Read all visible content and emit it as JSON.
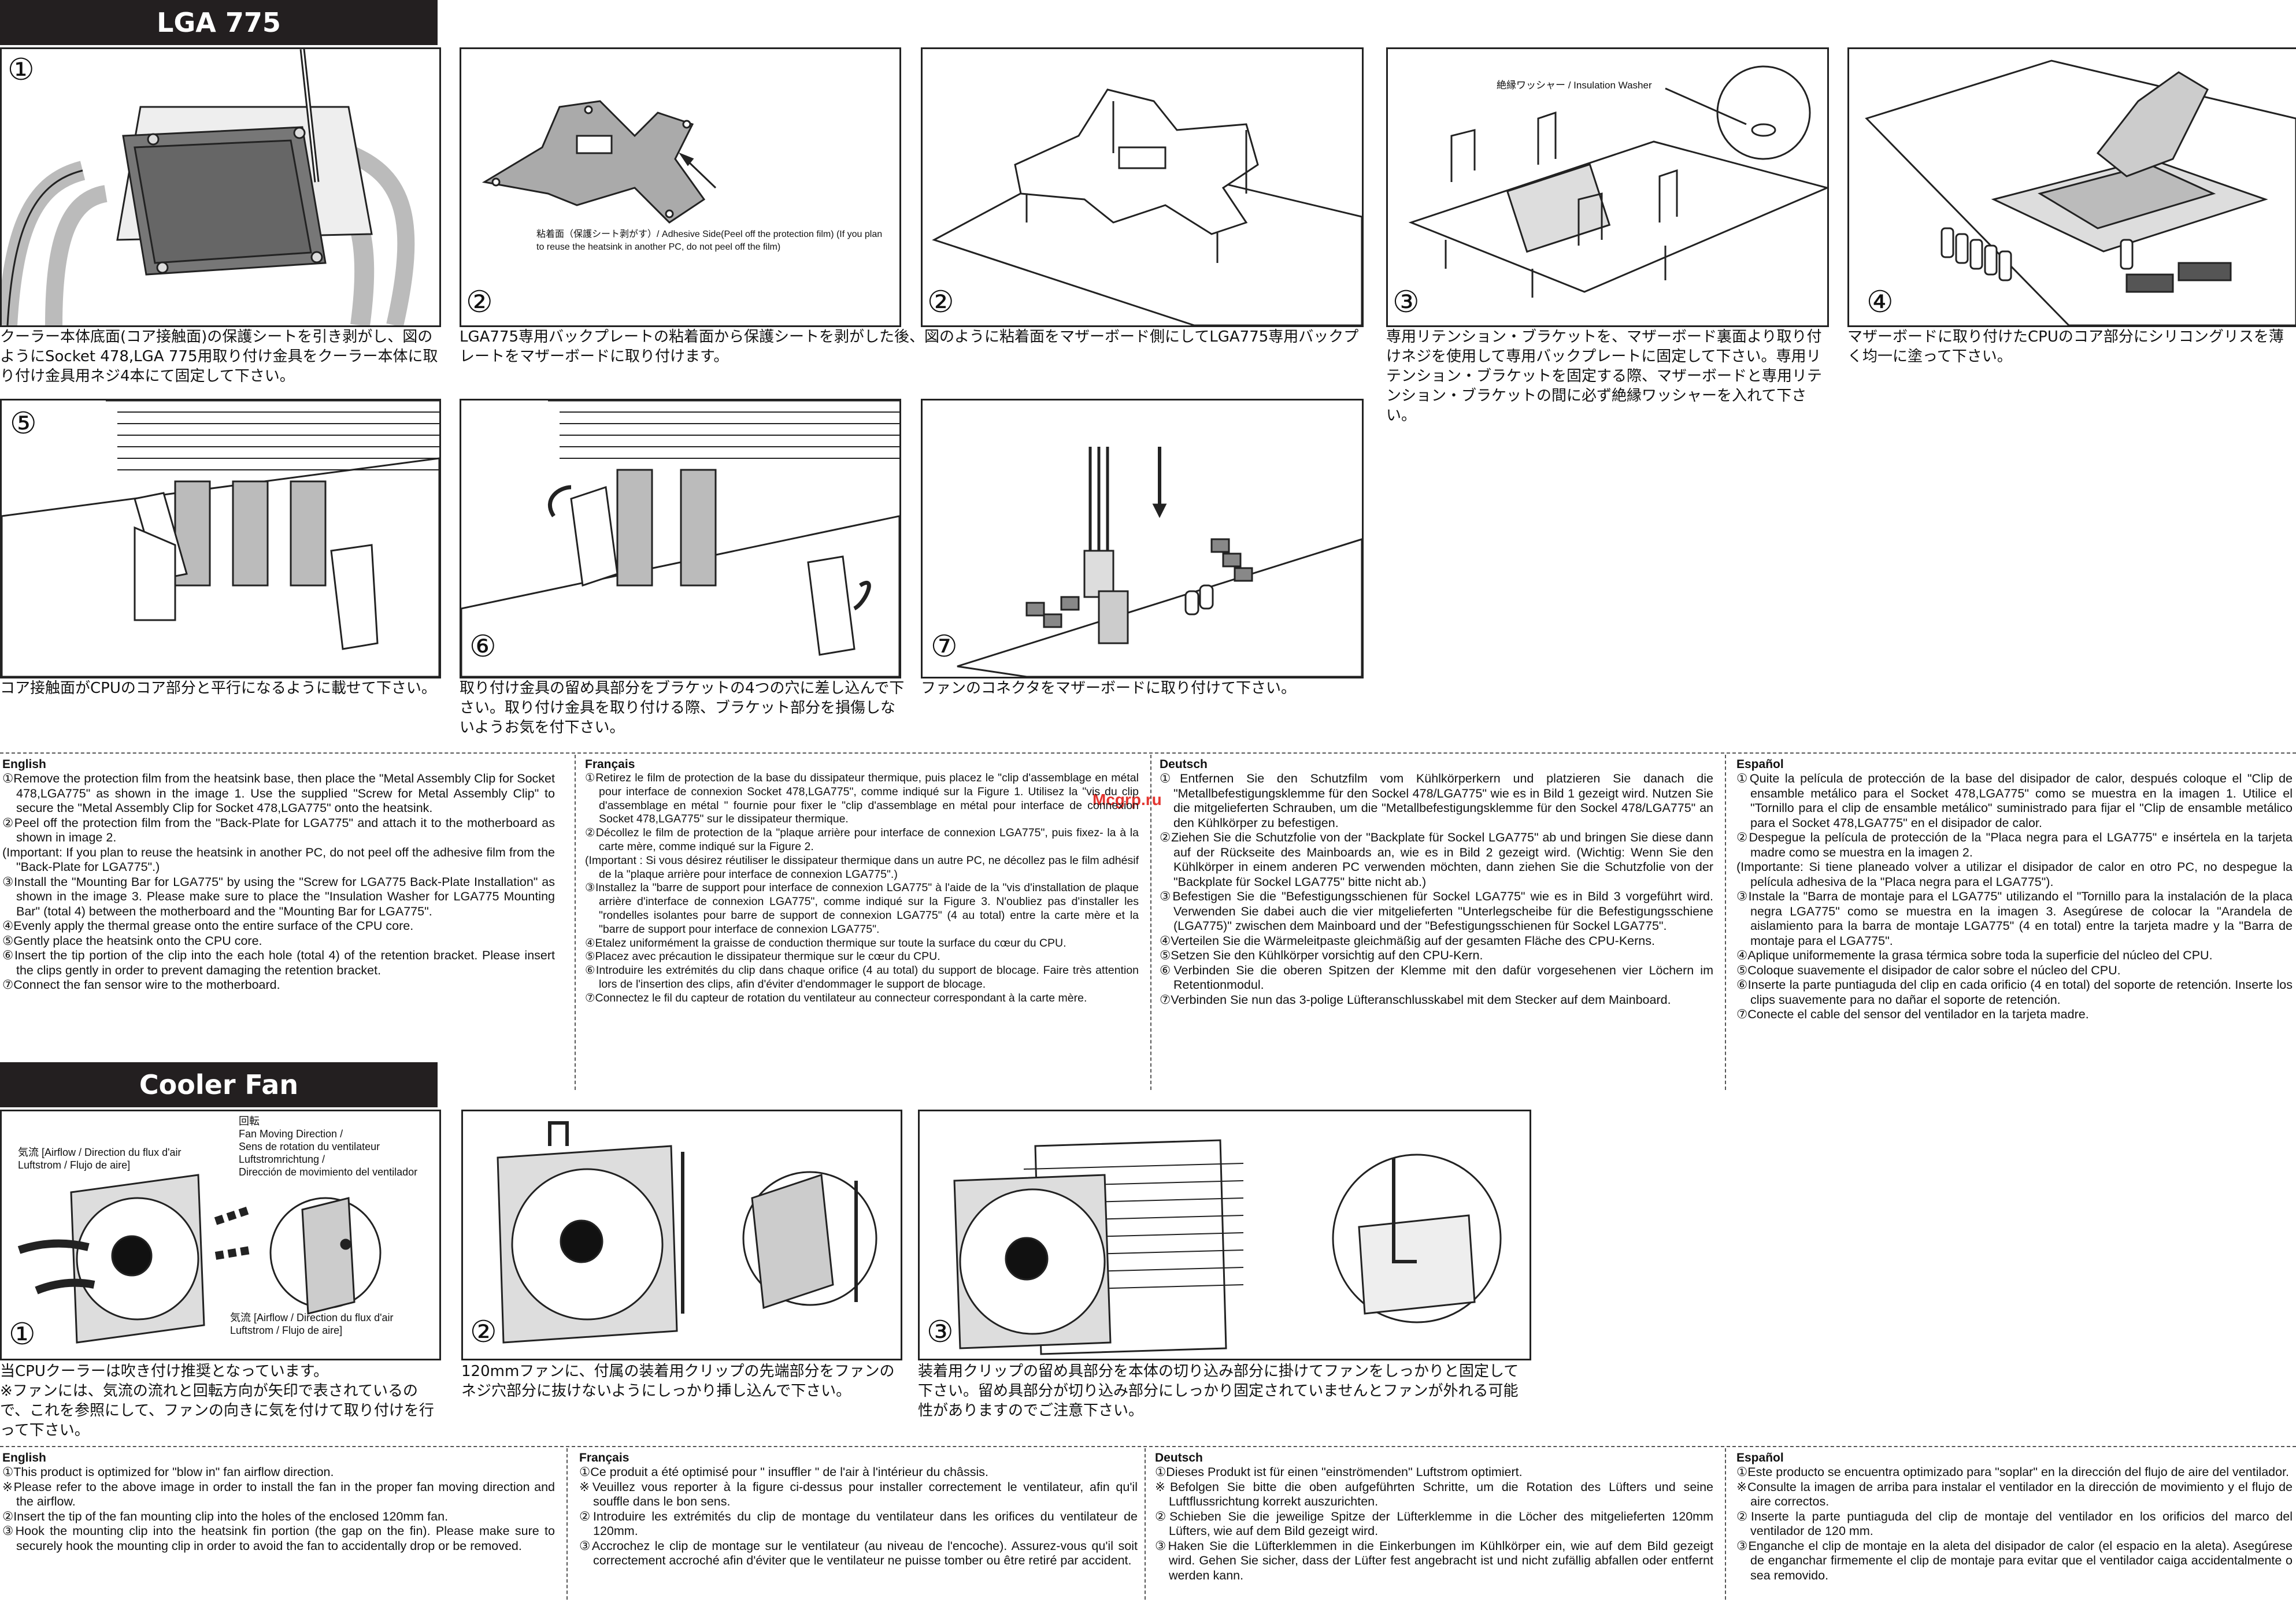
{
  "lga": {
    "banner": "LGA 775",
    "steps": [
      {
        "n": "①",
        "caption": "クーラー本体底面(コア接触面)の保護シートを引き剥がし、図のようにSocket 478,LGA 775用取り付け金具をクーラー本体に取り付け金具用ネジ4本にて固定して下さい。"
      },
      {
        "n": "②",
        "caption": "LGA775専用バックプレートの粘着面から保護シートを剥がした後、図のように粘着面をマザーボード側にしてLGA775専用バックプレートをマザーボードに取り付けます。",
        "note": "粘着面（保護シート剥がす）/ Adhesive Side(Peel off the protection film) (If you plan to reuse the heatsink in another PC, do not peel off the film)"
      },
      {
        "n": "②"
      },
      {
        "n": "③",
        "caption": "専用リテンション・ブラケットを、マザーボード裏面より取り付けネジを使用して専用バックプレートに固定して下さい。専用リテンション・ブラケットを固定する際、マザーボードと専用リテンション・ブラケットの間に必ず絶縁ワッシャーを入れて下さい。",
        "note": "絶縁ワッシャー / Insulation Washer"
      },
      {
        "n": "④",
        "caption": "マザーボードに取り付けたCPUのコア部分にシリコングリスを薄く均一に塗って下さい。"
      },
      {
        "n": "⑤",
        "caption": "コア接触面がCPUのコア部分と平行になるように載せて下さい。"
      },
      {
        "n": "⑥",
        "caption": "取り付け金具の留め具部分をブラケットの4つの穴に差し込んで下さい。取り付け金具を取り付ける際、ブラケット部分を損傷しないようお気を付下さい。"
      },
      {
        "n": "⑦",
        "caption": "ファンのコネクタをマザーボードに取り付けて下さい。"
      }
    ],
    "english": {
      "title": "English",
      "items": [
        "①Remove the protection film from the heatsink base, then place the \"Metal Assembly Clip for Socket 478,LGA775\" as shown in the image 1.  Use the supplied \"Screw for Metal Assembly Clip\" to secure the \"Metal Assembly Clip for Socket 478,LGA775\" onto the heatsink.",
        "②Peel off the protection film from the \"Back-Plate for LGA775\" and attach it to the motherboard as shown in image 2.",
        "(Important: If you plan to reuse the heatsink in another PC, do not peel off the adhesive film from the \"Back-Plate for LGA775\".)",
        "③Install the \"Mounting Bar for LGA775\" by using the \"Screw for LGA775 Back-Plate Installation\" as shown in the image 3.  Please make sure to place the \"Insulation Washer for LGA775 Mounting Bar\" (total 4) between the motherboard and the \"Mounting Bar for LGA775\".",
        "④Evenly apply the thermal grease onto the entire surface of the CPU core.",
        "⑤Gently place the heatsink onto the CPU core.",
        "⑥Insert the tip portion of the clip into the each hole (total 4) of the retention bracket. Please insert the clips gently in order to prevent damaging the retention bracket.",
        "⑦Connect the fan sensor wire to the motherboard."
      ]
    },
    "francais": {
      "title": "Français",
      "items": [
        "①Retirez le film de protection de la base du dissipateur thermique, puis placez le \"clip d'assemblage en métal pour interface de connexion Socket 478,LGA775\", comme indiqué sur la Figure 1.  Utilisez la \"vis du clip d'assemblage en métal \" fournie pour fixer le \"clip d'assemblage en métal pour interface de connexion Socket 478,LGA775\" sur le dissipateur thermique.",
        "②Décollez le film de protection de la \"plaque arrière pour interface de connexion LGA775\", puis fixez- la à la carte mère, comme indiqué sur la Figure 2.",
        "(Important : Si vous désirez réutiliser le dissipateur thermique dans un autre PC, ne décollez pas le film adhésif de la \"plaque arrière pour interface de connexion LGA775\".)",
        "③Installez la \"barre de support pour interface de connexion LGA775\" à l'aide de la \"vis d'installation de plaque arrière d'interface de connexion LGA775\", comme indiqué sur la Figure 3.  N'oubliez pas d'installer les \"rondelles isolantes pour barre de support de connexion LGA775\" (4 au total) entre la carte mère et la \"barre de support pour interface de connexion LGA775\".",
        "④Etalez uniformément la graisse de conduction thermique sur toute la surface du cœur du CPU.",
        "⑤Placez avec précaution le dissipateur thermique sur le cœur du CPU.",
        "⑥Introduire les extrémités du clip dans chaque orifice (4 au total) du support de blocage.  Faire très attention lors de l'insertion des clips, afin d'éviter d'endommager le support de blocage.",
        "⑦Connectez le fil du capteur de rotation du ventilateur au connecteur correspondant à la carte mère."
      ]
    },
    "deutsch": {
      "title": "Deutsch",
      "items": [
        "①Entfernen Sie den Schutzfilm vom Kühlkörperkern und platzieren Sie danach die \"Metallbefestigungsklemme für den Sockel 478/LGA775\" wie es in Bild 1 gezeigt wird. Nutzen Sie die mitgelieferten Schrauben, um die \"Metallbefestigungsklemme für den Sockel 478/LGA775\" an den Kühlkörper zu befestigen.",
        "②Ziehen Sie die Schutzfolie von der \"Backplate für Sockel LGA775\" ab und bringen Sie diese dann auf der Rückseite des Mainboards an, wie es in Bild 2 gezeigt wird. (Wichtig: Wenn Sie den Kühlkörper in einem anderen PC verwenden möchten, dann ziehen Sie die Schutzfolie von der  \"Backplate für Sockel LGA775\" bitte nicht ab.)",
        "③Befestigen Sie die \"Befestigungsschienen für Sockel LGA775\"  wie es in Bild 3 vorgeführt wird.  Verwenden Sie dabei auch die vier mitgelieferten \"Unterlegscheibe für die Befestigungsschiene (LGA775)\"  zwischen dem Mainboard und der \"Befestigungsschienen für Sockel LGA775\".",
        "④Verteilen Sie die Wärmeleitpaste gleichmäßig auf der gesamten Fläche des CPU-Kerns.",
        "⑤Setzen Sie den Kühlkörper vorsichtig auf den CPU-Kern.",
        "⑥Verbinden Sie die oberen Spitzen der Klemme mit den dafür vorgesehenen vier Löchern im  Retentionmodul.",
        "⑦Verbinden Sie nun das 3-polige Lüfteranschlusskabel mit dem Stecker auf dem Mainboard."
      ]
    },
    "espanol": {
      "title": "Español",
      "items": [
        "①Quite la película de protección de la base del disipador de calor, después coloque el \"Clip de ensamble metálico para el Socket 478,LGA775\" como se muestra en la imagen 1.  Utilice el \"Tornillo para el clip de ensamble metálico\" suministrado para fijar el \"Clip de ensamble metálico para el Socket 478,LGA775\" en el disipador de calor.",
        "②Despegue la película de protección de la \"Placa negra para el LGA775\" e insértela en la tarjeta madre como se muestra en la imagen 2.",
        "(Importante: Si tiene planeado volver a utilizar el disipador de calor en otro PC, no despegue la película adhesiva de la \"Placa negra para el LGA775\").",
        "③Instale la \"Barra de montaje para el LGA775\" utilizando el \"Tornillo para la instalación de la placa negra LGA775\" como se muestra en la imagen 3.  Asegúrese de colocar la \"Arandela de aislamiento para la barra de montaje LGA775\" (4 en total) entre la tarjeta madre y la \"Barra de montaje para el LGA775\".",
        "④Aplique uniformemente la grasa térmica sobre toda la superficie del núcleo del CPU.",
        "⑤Coloque suavemente el disipador de calor sobre el núcleo del CPU.",
        "⑥Inserte la parte puntiaguda del clip en cada orificio (4 en total) del soporte de retención. Inserte los clips suavemente para no dañar el soporte de retención.",
        "⑦Conecte el cable del sensor del ventilador en la tarjeta madre."
      ]
    }
  },
  "fan": {
    "banner": "Cooler Fan",
    "labels": {
      "rotation": "回転\nFan Moving Direction /\nSens de rotation du ventilateur\nLuftstromrichtung /\nDirección de movimiento del ventilador",
      "airflow_top": "気流 [Airflow / Direction du flux d'air\nLuftstrom / Flujo de aire]",
      "airflow_bottom": "気流 [Airflow / Direction du flux d'air\nLuftstrom / Flujo de aire]"
    },
    "steps": [
      {
        "n": "①",
        "caption": "当CPUクーラーは吹き付け推奨となっています。\n※ファンには、気流の流れと回転方向が矢印で表されているので、これを参照にして、ファンの向きに気を付けて取り付けを行って下さい。"
      },
      {
        "n": "②",
        "caption": "120mmファンに、付属の装着用クリップの先端部分をファンのネジ穴部分に抜けないようにしっかり挿し込んで下さい。"
      },
      {
        "n": "③",
        "caption": "装着用クリップの留め具部分を本体の切り込み部分に掛けてファンをしっかりと固定して下さい。留め具部分が切り込み部分にしっかり固定されていませんとファンが外れる可能性がありますのでご注意下さい。"
      }
    ],
    "english": {
      "title": "English",
      "items": [
        "①This product is optimized for \"blow in\" fan airflow direction.",
        "※Please refer to the above image in order to install the fan in the proper fan moving direction and the airflow.",
        "②Insert the tip of the fan mounting clip into the holes of the enclosed 120mm fan.",
        "③Hook the mounting clip into the heatsink fin portion (the gap on the fin). Please make sure to securely hook the mounting clip in order to avoid the fan to accidentally drop or be removed."
      ]
    },
    "francais": {
      "title": "Français",
      "items": [
        "①Ce produit a été optimisé pour \" insuffler \" de l'air à l'intérieur du châssis.",
        "※Veuillez vous reporter à la figure ci-dessus pour installer correctement le ventilateur, afin qu'il souffle dans le bon sens.",
        "②Introduire les extrémités du clip de montage du ventilateur dans les orifices du ventilateur de 120mm.",
        "③Accrochez le clip de montage sur le ventilateur (au niveau de l'encoche). Assurez-vous qu'il soit correctement accroché afin d'éviter que le ventilateur ne puisse tomber ou être retiré par accident."
      ]
    },
    "deutsch": {
      "title": "Deutsch",
      "items": [
        "①Dieses Produkt ist für einen \"einströmenden\" Luftstrom optimiert.",
        "※Befolgen Sie bitte die oben aufgeführten Schritte, um die Rotation des Lüfters und seine Luftflussrichtung korrekt auszurichten.",
        "②Schieben Sie die jeweilige Spitze der Lüfterklemme in die Löcher des mitgelieferten 120mm Lüfters, wie auf dem Bild gezeigt wird.",
        "③Haken Sie die Lüfterklemmen in die Einkerbungen im Kühlkörper ein, wie auf dem Bild gezeigt wird. Gehen Sie sicher, dass der Lüfter fest angebracht ist und nicht zufällig abfallen oder entfernt werden kann."
      ]
    },
    "espanol": {
      "title": "Español",
      "items": [
        "①Este producto se encuentra optimizado para \"soplar\" en la dirección del flujo de aire del ventilador.",
        "※Consulte la imagen de arriba para instalar el ventilador en la dirección de movimiento y el flujo de aire correctos.",
        "②Inserte la parte puntiaguda del clip de montaje del ventilador en los orificios del marco del ventilador de 120 mm.",
        "③Enganche el clip de montaje en la aleta del disipador de calor (el espacio en la aleta). Asegúrese de enganchar firmemente el clip de montaje para evitar que el ventilador caiga accidentalmente o sea removido."
      ]
    }
  },
  "watermark": "Mcgrp.ru"
}
